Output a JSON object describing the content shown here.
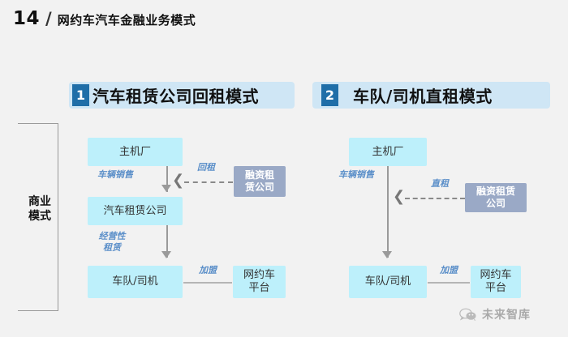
{
  "header": {
    "number": "14",
    "separator": "/",
    "title": "网约车汽车金融业务模式"
  },
  "bracket": {
    "label": "商业\n模式"
  },
  "sections": [
    {
      "badge": "1",
      "title": "汽车租赁公司回租模式",
      "nodes": [
        {
          "name": "oem",
          "label": "主机厂"
        },
        {
          "name": "leasing-company",
          "label": "汽车租赁公司"
        },
        {
          "name": "fleet-driver",
          "label": "车队/司机"
        },
        {
          "name": "ride-platform",
          "label": "网约车\n平台"
        },
        {
          "name": "finance-lease",
          "label": "融资租\n赁公司"
        }
      ],
      "connectors": [
        {
          "name": "vehicle-sales",
          "label": "车辆销售"
        },
        {
          "name": "operating-lease",
          "label": "经营性\n租赁"
        },
        {
          "name": "franchise",
          "label": "加盟"
        },
        {
          "name": "leaseback",
          "label": "回租"
        }
      ]
    },
    {
      "badge": "2",
      "title": "车队/司机直租模式",
      "nodes": [
        {
          "name": "oem",
          "label": "主机厂"
        },
        {
          "name": "fleet-driver",
          "label": "车队/司机"
        },
        {
          "name": "ride-platform",
          "label": "网约车\n平台"
        },
        {
          "name": "finance-lease",
          "label": "融资租赁\n公司"
        }
      ],
      "connectors": [
        {
          "name": "vehicle-sales",
          "label": "车辆销售"
        },
        {
          "name": "franchise",
          "label": "加盟"
        },
        {
          "name": "direct-lease",
          "label": "直租"
        }
      ]
    }
  ],
  "watermark": {
    "text": "未来智库",
    "icon": "wechat-icon"
  },
  "colors": {
    "background": "#f2f2f2",
    "band": "#cfe6f5",
    "badge": "#1f6ea8",
    "node_cyan": "#bdf0fb",
    "node_blue": "#9aa9c6",
    "connector_text": "#5b8fc9",
    "line": "#9a9a9a"
  }
}
